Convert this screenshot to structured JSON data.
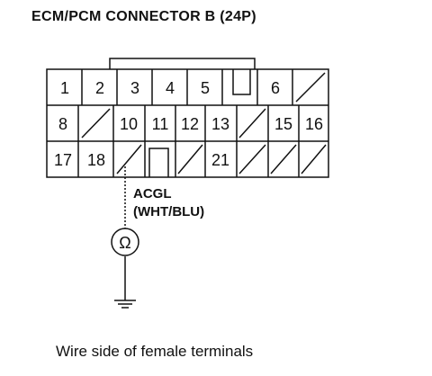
{
  "title": "ECM/PCM CONNECTOR B (24P)",
  "caption": "Wire side of female terminals",
  "connector": {
    "rows": [
      [
        "1",
        "2",
        "3",
        "4",
        "5",
        "",
        "6",
        ""
      ],
      [
        "8",
        "",
        "10",
        "11",
        "12",
        "13",
        "",
        "15",
        "16"
      ],
      [
        "17",
        "18",
        "",
        "",
        "",
        "21",
        "",
        "",
        ""
      ]
    ]
  },
  "wire": {
    "terminal": "ACGL",
    "color": "(WHT/BLU)",
    "meter_symbol": "Ω"
  }
}
